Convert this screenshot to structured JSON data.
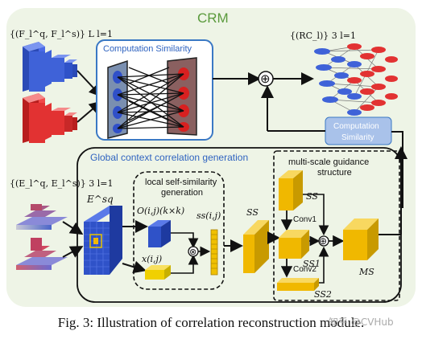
{
  "module_title": "CRM",
  "labels": {
    "feature_pairs": "{(F_l^q, F_l^s)} L l=1",
    "edge_pairs": "{(E_l^q, E_l^s)} 3 l=1",
    "rc_output": "{(RC_l)} 3 l=1",
    "comp_sim_top": "Computation Similarity",
    "comp_sim_right": "Computation Similarity",
    "global_context": "Global context correlation generation",
    "local_self_similarity": "local self-similarity generation",
    "multi_scale": "multi-scale guidance structure",
    "e_sq": "E^sq",
    "o_label": "O(i,j)(k×k)",
    "x_label": "x(i,j)",
    "ss_vec": "ss(i,j)",
    "ss_mid": "SS",
    "ss_top": "SS",
    "ss1": "SS1",
    "ss2": "SS2",
    "conv1": "Conv1",
    "conv2": "Conv2",
    "ms": "MS",
    "plus": "⊕",
    "times": "⊗"
  },
  "caption": "Fig. 3: Illustration of correlation reconstruction module.",
  "watermark": "知乎 @CVHub",
  "colors": {
    "crm_bg": "#eef4e6",
    "crm_title": "#5a9a3c",
    "blue_box": "#3a78c4",
    "accent_blue": "#2f63c0",
    "feature_blue": "#3f62d8",
    "feature_red": "#e23232",
    "gold": "#f0b800",
    "comp_sim_fill": "#a9c2ea"
  }
}
